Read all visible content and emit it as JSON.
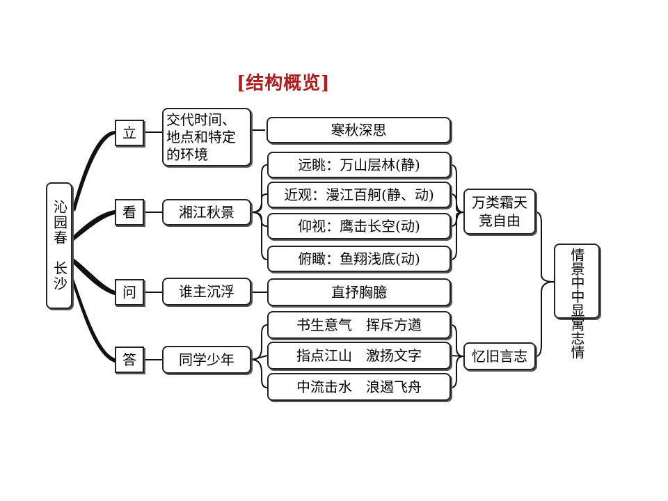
{
  "title": "[结构概览]",
  "root": "沁园春　长沙",
  "branches": [
    {
      "key": "立",
      "label": "交代时间、地点和特定的环境"
    },
    {
      "key": "看",
      "label": "湘江秋景"
    },
    {
      "key": "问",
      "label": "谁主沉浮"
    },
    {
      "key": "答",
      "label": "同学少年"
    }
  ],
  "li_detail": "寒秋深思",
  "kan_details": [
    "远眺：万山层林(静)",
    "近观：漫江百舸(静、动)",
    "仰视：鹰击长空(动)",
    "俯瞰：鱼翔浅底(动)"
  ],
  "wen_detail": "直抒胸臆",
  "da_details": [
    "书生意气　挥斥方遒",
    "指点江山　激扬文字",
    "中流击水　浪遏飞舟"
  ],
  "kan_summary": "万类霜天竞自由",
  "da_summary": "忆旧言志",
  "final": "情景中中显寓志情"
}
